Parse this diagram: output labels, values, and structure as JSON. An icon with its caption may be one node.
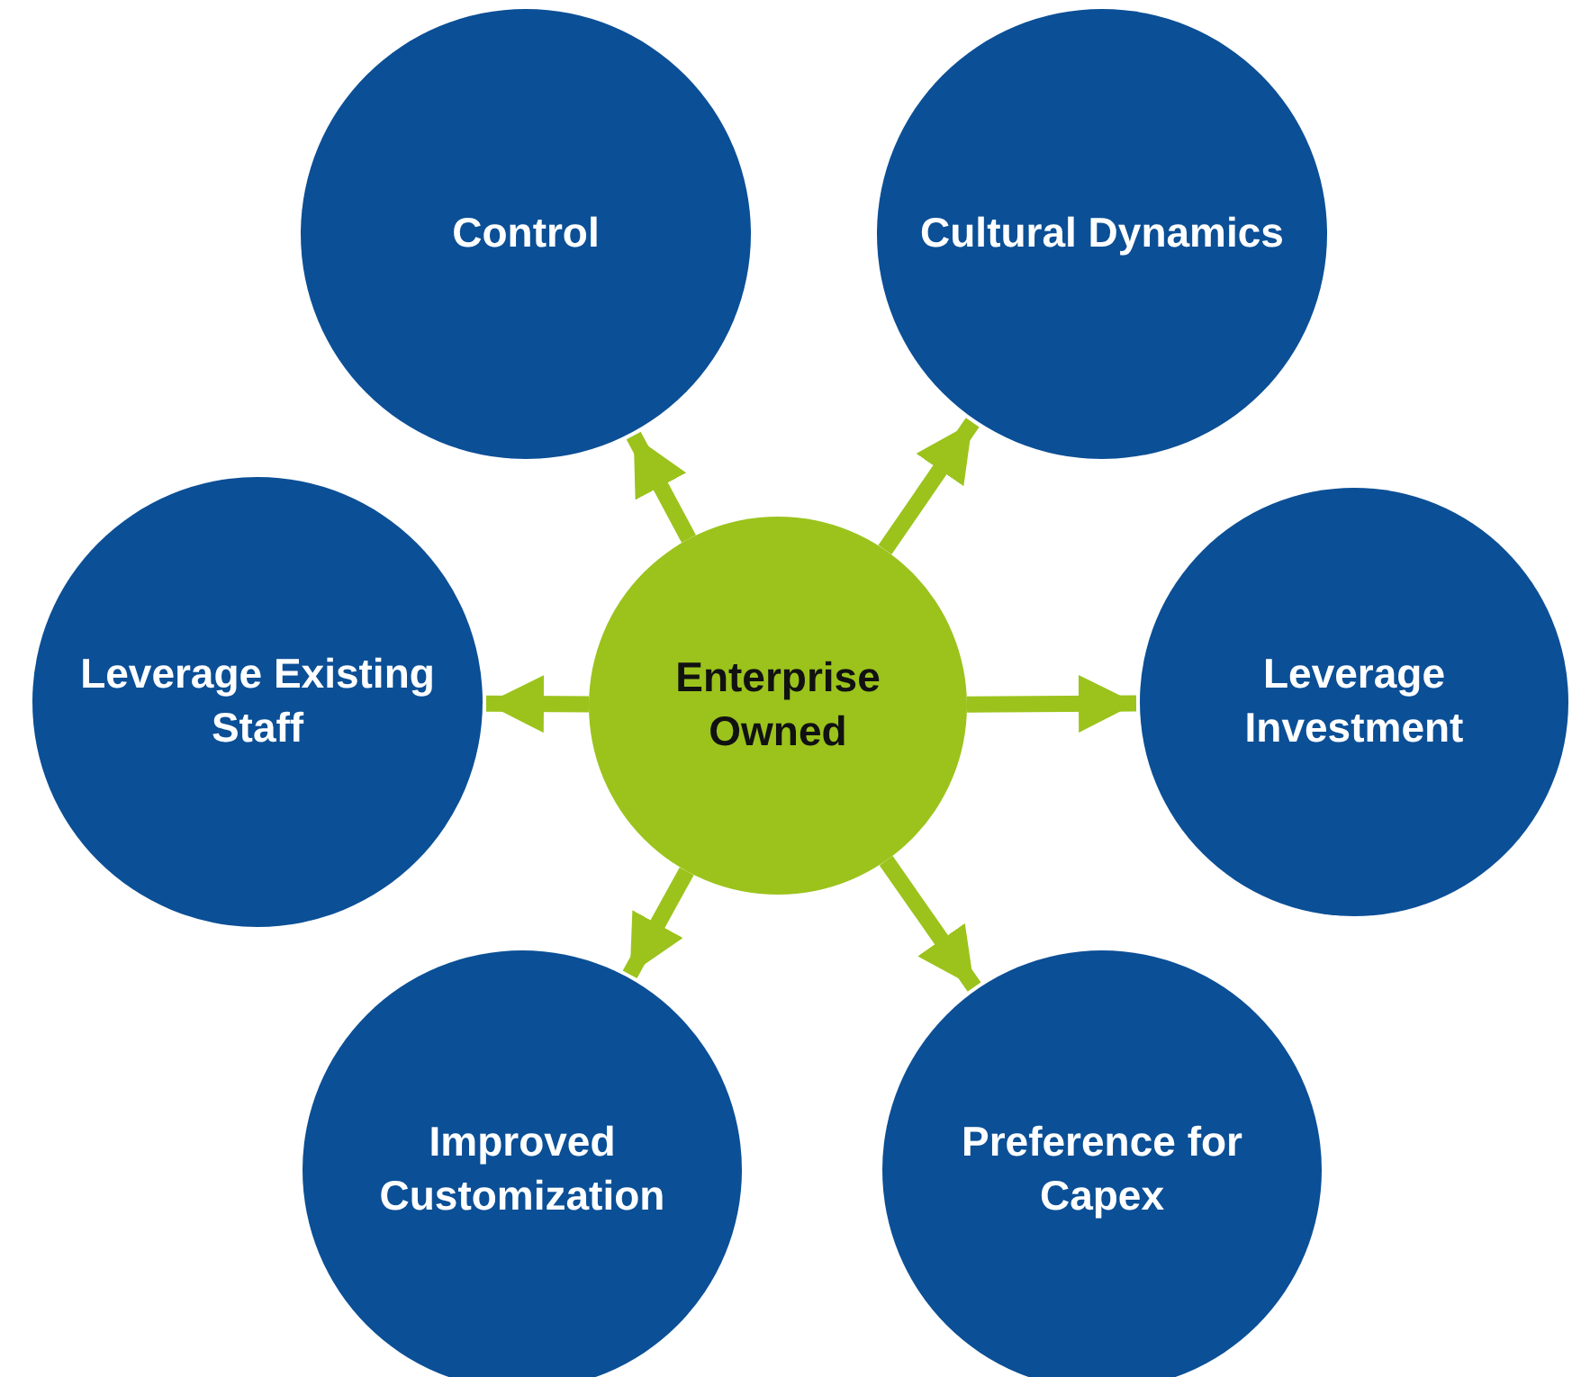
{
  "diagram": {
    "nodes": [
      {
        "text": [
          "Control"
        ]
      },
      {
        "text": [
          "Cultural Dynamics"
        ]
      },
      {
        "text": [
          "Leverage Existing Staff"
        ]
      },
      {
        "text": [
          "Enterprise Owned"
        ]
      },
      {
        "text": [
          "Leverage Investment"
        ]
      },
      {
        "text": [
          "Improved Customization"
        ]
      },
      {
        "text": [
          "Preference for Capex"
        ]
      }
    ],
    "edges": [
      {
        "from": 3,
        "to": 0,
        "arrow": "to"
      },
      {
        "from": 3,
        "to": 1,
        "arrow": "to"
      },
      {
        "from": 3,
        "to": 2,
        "arrow": "to"
      },
      {
        "from": 3,
        "to": 4,
        "arrow": "to"
      },
      {
        "from": 3,
        "to": 5,
        "arrow": "to"
      },
      {
        "from": 3,
        "to": 6,
        "arrow": "to"
      }
    ]
  }
}
